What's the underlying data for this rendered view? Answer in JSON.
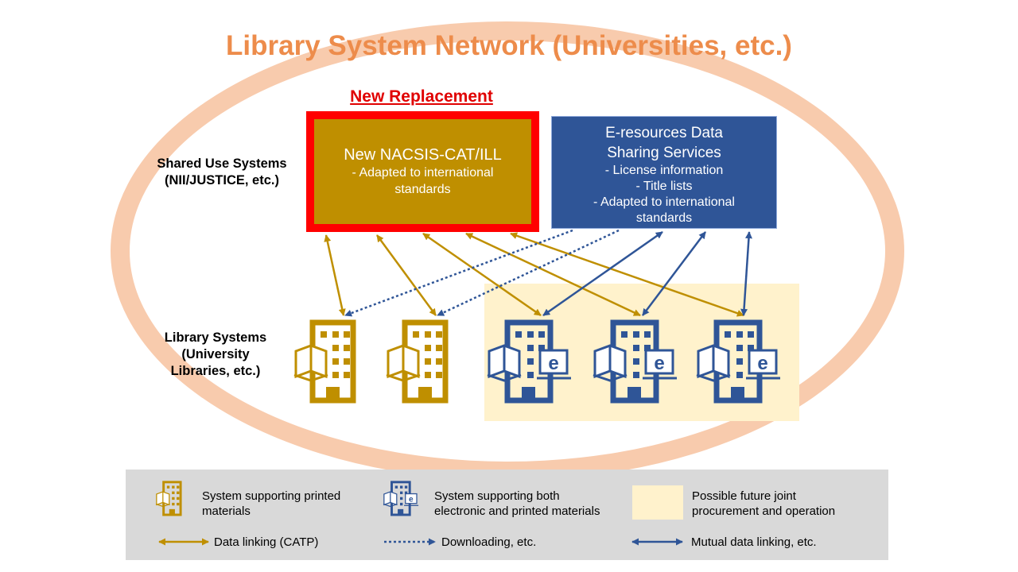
{
  "title": "Library System Network (Universities, etc.)",
  "new_replacement": "New Replacement",
  "shared_use_label": [
    "Shared Use Systems",
    "(NII/JUSTICE, etc.)"
  ],
  "library_systems_label": [
    "Library Systems",
    "(University",
    "Libraries, etc.)"
  ],
  "nacsis_box": {
    "title": "New NACSIS-CAT/ILL",
    "lines": [
      "- Adapted to international",
      "standards"
    ]
  },
  "eresources_box": {
    "title_lines": [
      "E-resources Data",
      "Sharing Services"
    ],
    "lines": [
      "- License information",
      "- Title lists",
      "- Adapted to international",
      "standards"
    ]
  },
  "legend": {
    "printed": [
      "System supporting printed",
      "materials"
    ],
    "both": [
      "System supporting both",
      "electronic and printed materials"
    ],
    "future": [
      "Possible future joint",
      "procurement and operation"
    ],
    "data_linking": "Data linking (CATP)",
    "downloading": "Downloading, etc.",
    "mutual": "Mutual data linking, etc."
  },
  "icons": {
    "printed_building": "library-building-book-icon",
    "electronic_building": "library-building-book-e-icon"
  },
  "colors": {
    "gold": "#bf8f00",
    "navy": "#2f5597",
    "red": "#ff0000",
    "orange_title": "#ed8c4b",
    "ellipse": "#f8cbad",
    "future_fill": "#fff2cc",
    "legend_bg": "#d9d9d9"
  }
}
